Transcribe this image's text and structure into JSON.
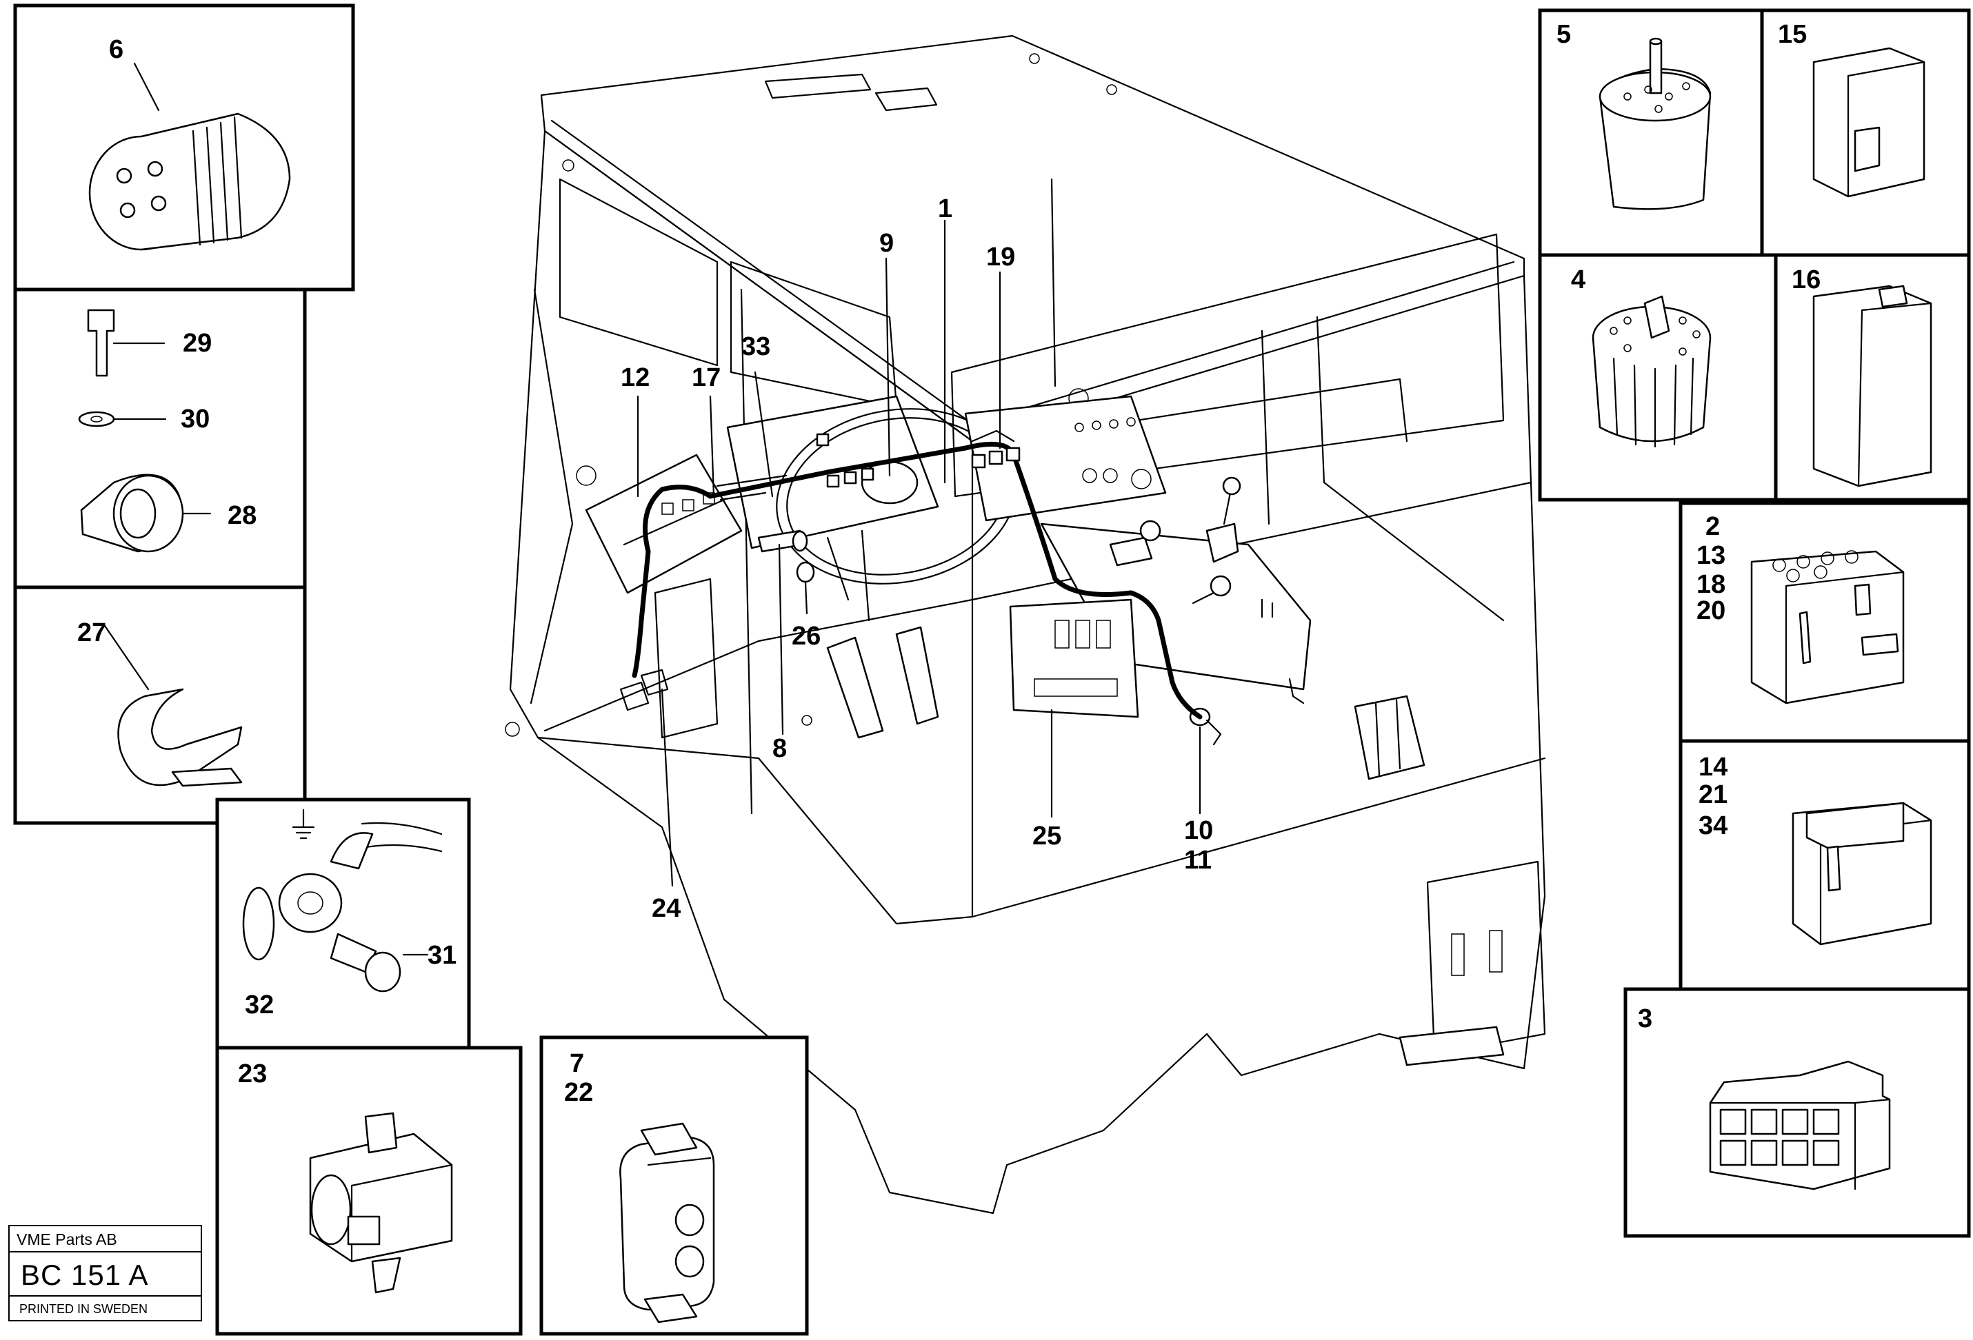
{
  "diagram": {
    "callouts": {
      "c1": "1",
      "c2": "2",
      "c3": "3",
      "c4": "4",
      "c5": "5",
      "c6": "6",
      "c7": "7",
      "c8": "8",
      "c9": "9",
      "c10": "10",
      "c11": "11",
      "c12": "12",
      "c13": "13",
      "c14": "14",
      "c15": "15",
      "c16": "16",
      "c17": "17",
      "c18": "18",
      "c19": "19",
      "c20": "20",
      "c21": "21",
      "c22": "22",
      "c23": "23",
      "c24": "24",
      "c25": "25",
      "c26": "26",
      "c27": "27",
      "c28": "28",
      "c29": "29",
      "c30": "30",
      "c31": "31",
      "c32": "32",
      "c33": "33",
      "c34": "34"
    }
  },
  "title_block": {
    "company": "VME Parts AB",
    "drawing_number": "BC 151 A",
    "print_note": "PRINTED IN SWEDEN"
  }
}
